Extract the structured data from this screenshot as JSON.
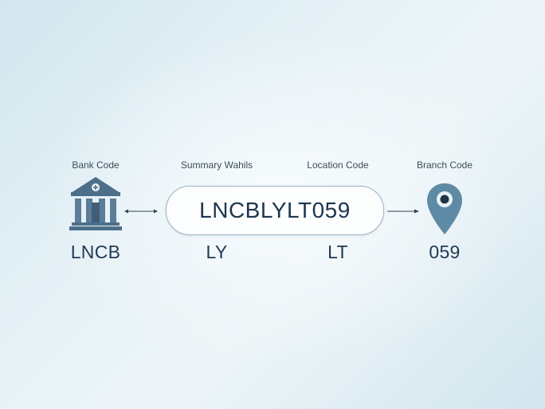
{
  "labels": {
    "bank_code": "Bank Code",
    "summary": "Summary Wahils",
    "location_code": "Location Code",
    "branch_code": "Branch Code"
  },
  "swift_code": "LNCBLYLT059",
  "parts": {
    "bank": "LNCB",
    "country": "LY",
    "location": "LT",
    "branch": "059"
  },
  "icons": {
    "bank": "bank-building-icon",
    "branch": "map-pin-icon"
  },
  "colors": {
    "icon_primary": "#4d6f8a",
    "text_dark": "#1f3a52",
    "box_border": "#9fb2c2"
  }
}
